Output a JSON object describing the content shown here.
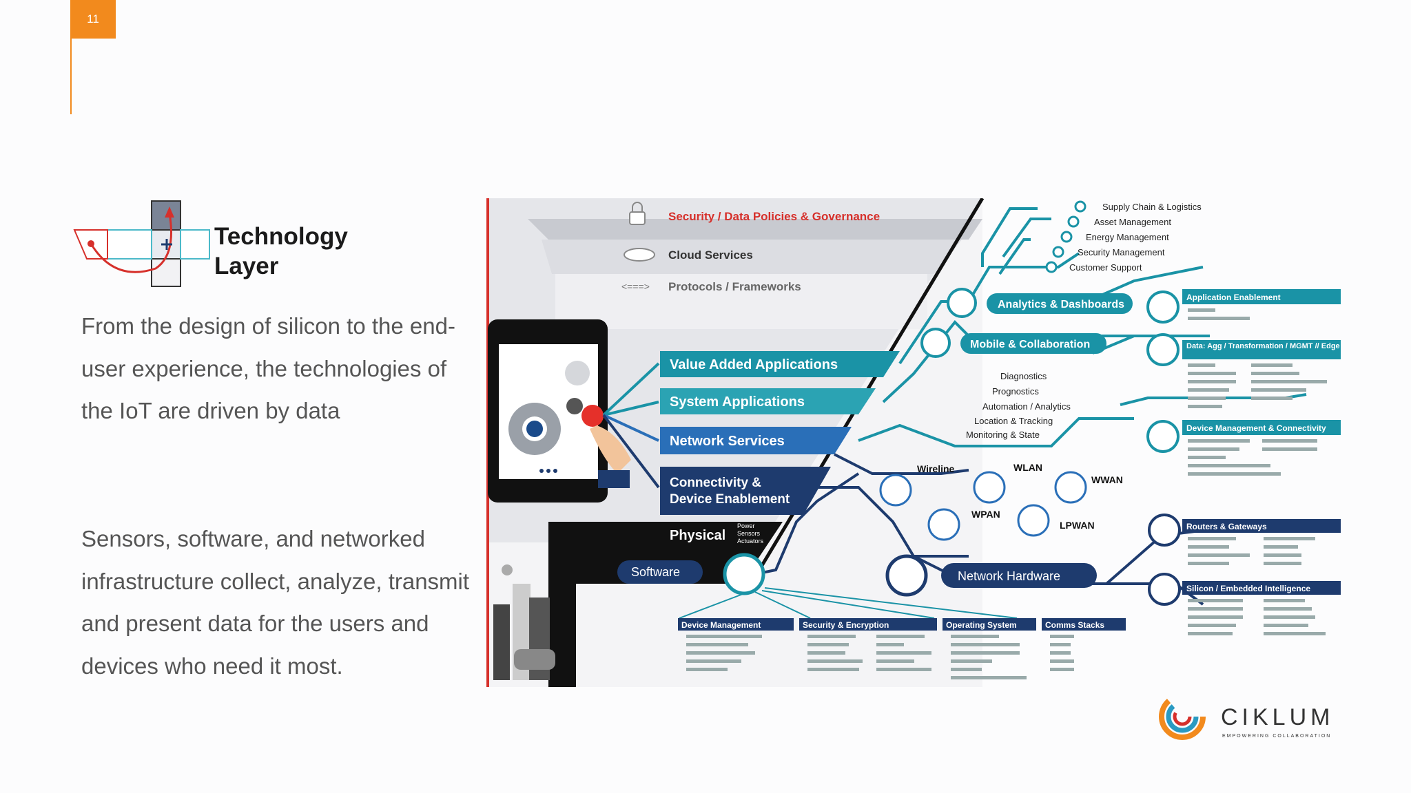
{
  "slide": {
    "number": "11"
  },
  "logo": {
    "title": "Technology\nLayer"
  },
  "body": {
    "paragraph1": "From the design of silicon to the end-user experience, the technologies of the IoT are driven by data",
    "paragraph2": "Sensors, software, and networked infrastructure collect, analyze, transmit and present data for the users and devices who need it most."
  },
  "diagram": {
    "security": "Security / Data Policies & Governance",
    "cloud": "Cloud Services",
    "protocols": "Protocols / Frameworks",
    "stack": {
      "value_added": "Value Added Applications",
      "system_apps": "System Applications",
      "network_services": "Network Services",
      "connectivity_line1": "Connectivity &",
      "connectivity_line2": "Device Enablement",
      "physical": "Physical",
      "physical_items": [
        "Power",
        "Sensors",
        "Actuators"
      ]
    },
    "software": "Software",
    "network_hardware": "Network Hardware",
    "analytics": "Analytics & Dashboards",
    "mobile": "Mobile & Collaboration",
    "top_items": [
      "Supply Chain & Logistics",
      "Asset Management",
      "Energy Management",
      "Security Management",
      "Customer Support"
    ],
    "mid_items": [
      "Diagnostics",
      "Prognostics",
      "Automation / Analytics",
      "Location & Tracking",
      "Monitoring & State"
    ],
    "networks": {
      "wireline": "Wireline",
      "wlan": "WLAN",
      "wwan": "WWAN",
      "wpan": "WPAN",
      "lpwan": "LPWAN"
    },
    "right_boxes": {
      "app_enablement": "Application Enablement",
      "data_agg": "Data: Agg / Transformation / MGMT // Edge Processing",
      "device_mgmt": "Device Management & Connectivity",
      "routers": "Routers & Gateways",
      "silicon": "Silicon / Embedded Intelligence"
    },
    "bottom_boxes": {
      "device_management": "Device Management",
      "security_encryption": "Security & Encryption",
      "operating_system": "Operating System",
      "comms_stacks": "Comms Stacks"
    }
  },
  "brand": {
    "name": "CIKLUM",
    "tagline": "EMPOWERING COLLABORATION"
  },
  "colors": {
    "accent": "#f28a1d",
    "teal": "#1a93a6",
    "navy": "#1e3b6e",
    "red": "#d6302b"
  }
}
